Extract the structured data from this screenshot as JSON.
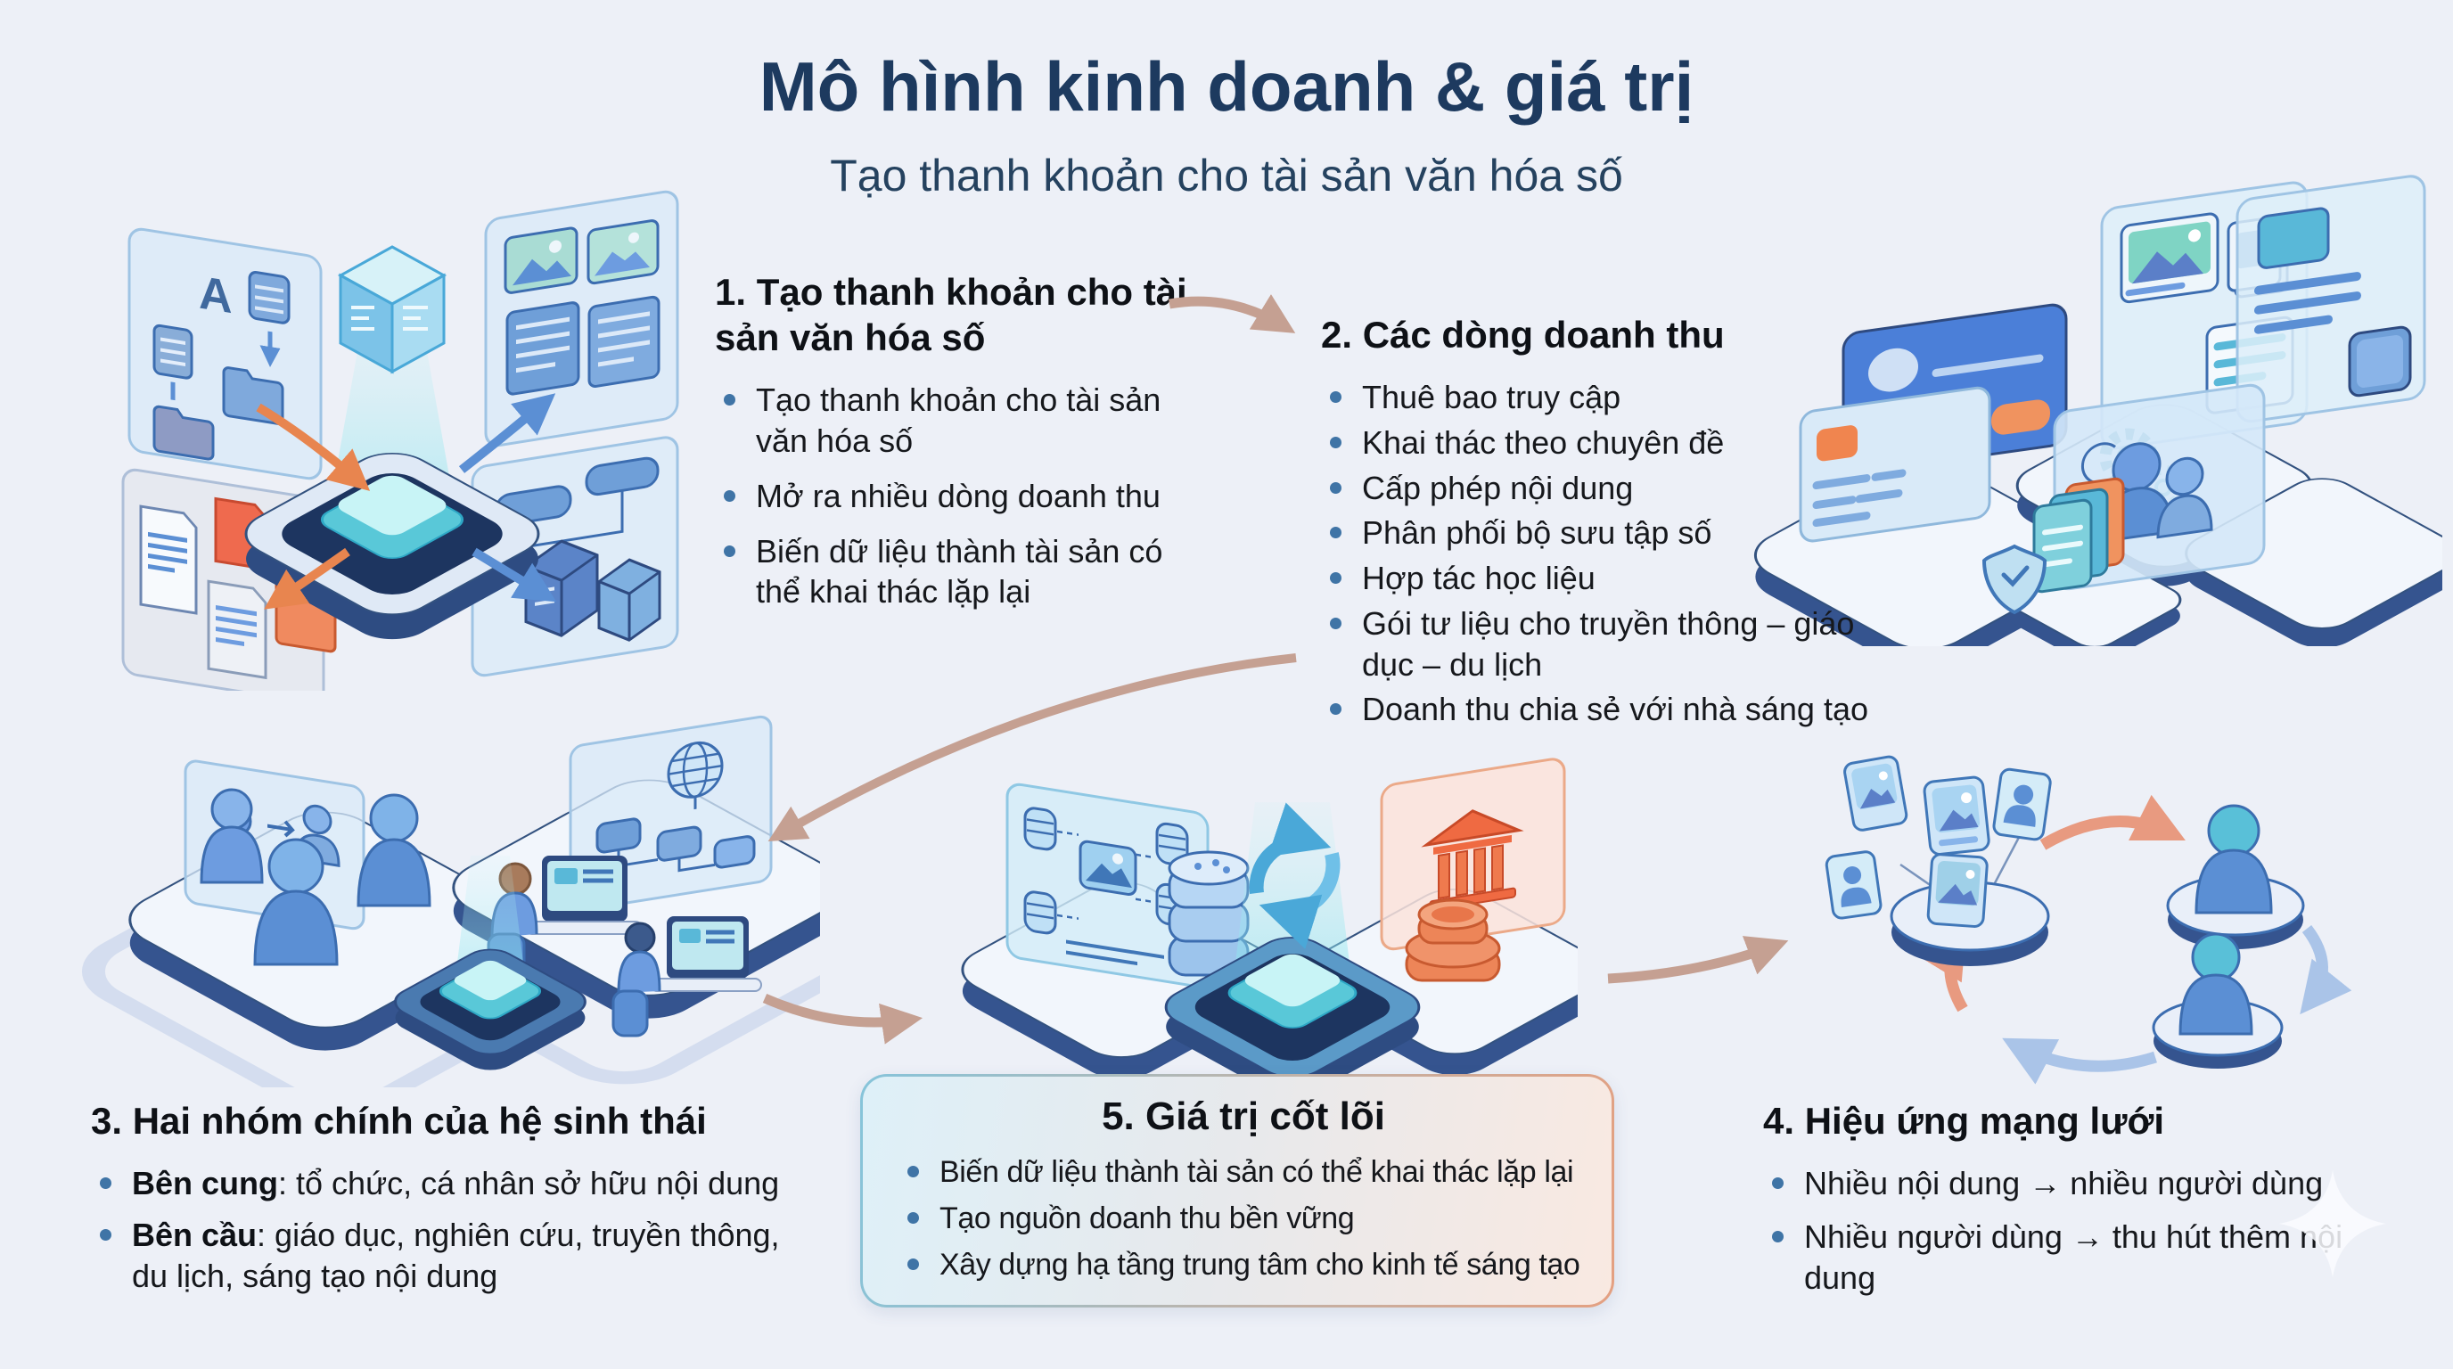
{
  "page": {
    "title": "Mô hình kinh doanh & giá trị",
    "subtitle": "Tạo thanh khoản cho tài sản văn hóa số",
    "background_color": "#edf0f7",
    "title_color": "#1d3a5f",
    "heading_color": "#0e1116",
    "bullet_dot_color": "#3f74a6",
    "arrow_tan_color": "#c5a092",
    "arrow_blue_color": "#5b8fd4",
    "arrow_orange_color": "#e8854f",
    "watermark_icon": "sparkle-icon"
  },
  "sections": {
    "s1": {
      "heading": "1. Tạo thanh khoản cho tài sản văn hóa số",
      "bullets": [
        "Tạo thanh khoản cho tài sản văn hóa số",
        "Mở ra nhiều dòng doanh thu",
        "Biến dữ liệu thành tài sản có thể khai thác lặp lại"
      ]
    },
    "s2": {
      "heading": "2. Các dòng doanh thu",
      "bullets": [
        "Thuê bao truy cập",
        "Khai thác theo chuyên đề",
        "Cấp phép nội dung",
        "Phân phối bộ sưu tập số",
        "Hợp tác học liệu",
        "Gói tư liệu cho truyền thông – giáo dục – du lịch",
        "Doanh thu chia sẻ với nhà sáng tạo"
      ]
    },
    "s3": {
      "heading": "3. Hai nhóm chính của hệ sinh thái",
      "bullets": [
        {
          "prefix": "Bên cung",
          "rest": ": tổ chức, cá nhân sở hữu nội dung"
        },
        {
          "prefix": "Bên cầu",
          "rest": ": giáo dục, nghiên cứu, truyền thông, du lịch, sáng tạo nội dung"
        }
      ]
    },
    "s4": {
      "heading": "4. Hiệu ứng mạng lưới",
      "bullets": [
        "Nhiều nội dung → nhiều người dùng",
        "Nhiều người dùng → thu hút thêm nội dung"
      ]
    },
    "s5": {
      "heading": "5. Giá trị cốt lõi",
      "bullets": [
        "Biến dữ liệu thành tài sản có thể khai thác lặp lại",
        "Tạo nguồn doanh thu bền vững",
        "Xây dựng hạ tầng trung tâm cho kinh tế sáng tạo"
      ],
      "box_border_colors": [
        "#86c4da",
        "#e4a081"
      ],
      "box_background_colors": [
        "#def0f8",
        "#f9e9e1"
      ]
    }
  },
  "illustrations": {
    "top_left": "digital-asset-hub-illustration",
    "top_right": "revenue-streams-illustration",
    "bottom_left": "ecosystem-groups-illustration",
    "center": "core-value-platform-illustration",
    "bottom_right": "network-effect-cycle-illustration"
  }
}
